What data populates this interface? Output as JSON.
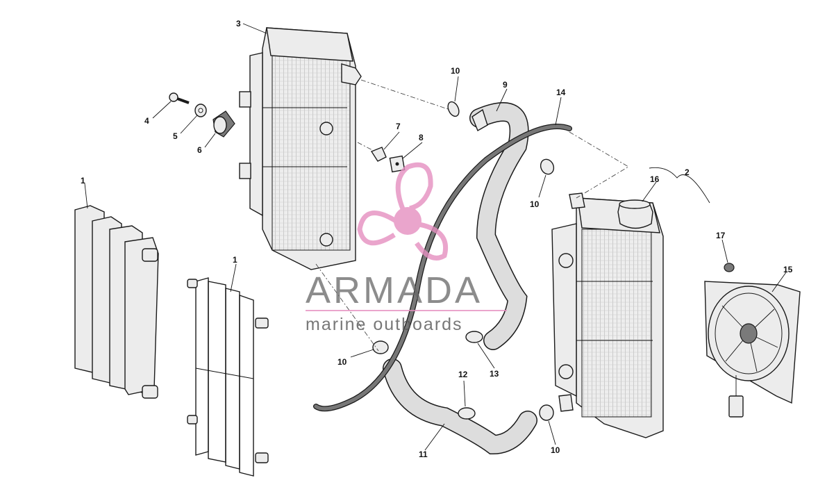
{
  "labels": {
    "l1a": "1",
    "l1b": "1",
    "l2": "2",
    "l3": "3",
    "l4": "4",
    "l5": "5",
    "l6": "6",
    "l7": "7",
    "l8": "8",
    "l9": "9",
    "l10a": "10",
    "l10b": "10",
    "l10c": "10",
    "l10d": "10",
    "l11": "11",
    "l12": "12",
    "l13": "13",
    "l14": "14",
    "l15": "15",
    "l16": "16",
    "l17": "17"
  },
  "watermark": {
    "brand": "ARMADA",
    "tagline": "marine outboards",
    "logo_color": "#e58fc0"
  },
  "colors": {
    "line": "#1a1a1a",
    "part_fill": "#ececec",
    "hose_fill": "#777777"
  }
}
